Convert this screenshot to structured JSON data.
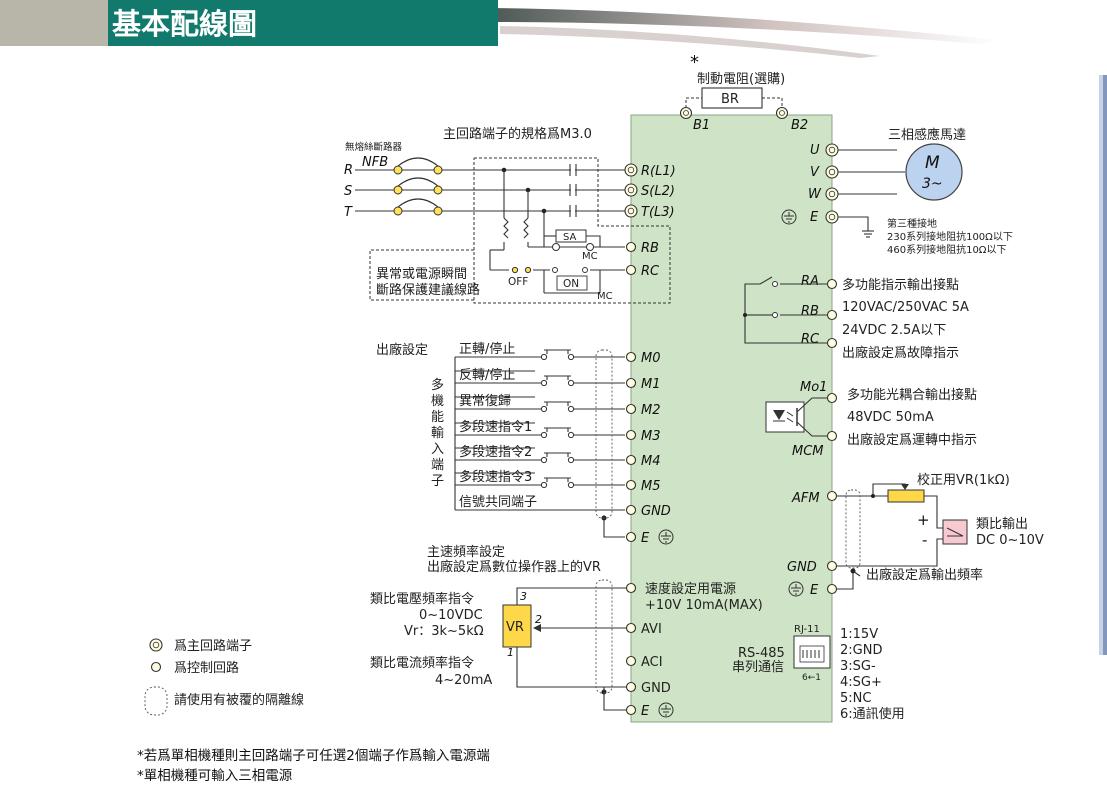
{
  "header": {
    "title": "基本配線圖"
  },
  "top": {
    "star": "*",
    "resistor_note": "制動電阻(選購)",
    "br": "BR",
    "b1": "B1",
    "b2": "B2",
    "spec_note": "主回路端子的規格爲M3.0"
  },
  "left_power": {
    "breaker": "無熔絲斷路器",
    "nfb": "NFB",
    "r": "R",
    "s": "S",
    "t": "T",
    "sa": "SA",
    "mc1": "MC",
    "mc2": "MC",
    "off": "OFF",
    "on": "ON",
    "protect_1": "異常或電源瞬間",
    "protect_2": "斷路保護建議線路"
  },
  "main_terminals": {
    "rl1": "R(L1)",
    "sl2": "S(L2)",
    "tl3": "T(L3)",
    "rb": "RB",
    "rc": "RC"
  },
  "motor": {
    "title": "三相感應馬達",
    "u": "U",
    "v": "V",
    "w": "W",
    "e": "E",
    "m": "M",
    "phase": "3~",
    "ground_1": "第三種接地",
    "ground_2": "230系列接地阻抗100Ω以下",
    "ground_3": "460系列接地阻抗10Ω以下"
  },
  "inputs": {
    "factory": "出廠設定",
    "group_label": [
      "多",
      "機",
      "能",
      "輸",
      "入",
      "端",
      "子"
    ],
    "rows": [
      {
        "label": "正轉/停止",
        "terminal": "M0"
      },
      {
        "label": "反轉/停止",
        "terminal": "M1"
      },
      {
        "label": "異常復歸",
        "terminal": "M2"
      },
      {
        "label": "多段速指令1",
        "terminal": "M3"
      },
      {
        "label": "多段速指令2",
        "terminal": "M4"
      },
      {
        "label": "多段速指令3",
        "terminal": "M5"
      }
    ],
    "common": "信號共同端子",
    "gnd": "GND",
    "e": "E"
  },
  "relay": {
    "ra": "RA",
    "rb": "RB",
    "rc": "RC",
    "line1": "多功能指示輸出接點",
    "line2": "120VAC/250VAC  5A",
    "line3": "24VDC  2.5A以下",
    "line4": "出廠設定爲故障指示"
  },
  "photo": {
    "mo1": "Mo1",
    "mcm": "MCM",
    "line1": "多功能光耦合輸出接點",
    "line2": "48VDC 50mA",
    "line3": "出廠設定爲運轉中指示"
  },
  "afm": {
    "afm": "AFM",
    "gnd": "GND",
    "e": "E",
    "calib": "校正用VR(1kΩ)",
    "meter_1": "類比輸出",
    "meter_2": "DC 0~10V",
    "plus": "+",
    "minus": "-",
    "factory": "出廠設定爲輸出頻率"
  },
  "analog": {
    "main_1": "主速頻率設定",
    "main_2": "出廠設定爲數位操作器上的VR",
    "power_1": "速度設定用電源",
    "power_2": "+10V 10mA(MAX)",
    "volt_1": "類比電壓頻率指令",
    "volt_2": "0~10VDC",
    "volt_3": "Vr：3k~5kΩ",
    "curr_1": "類比電流頻率指令",
    "curr_2": "4~20mA",
    "vr": "VR",
    "p1": "1",
    "p2": "2",
    "p3": "3",
    "avi": "AVI",
    "aci": "ACI",
    "gnd": "GND",
    "e": "E"
  },
  "rs485": {
    "title_1": "RS-485",
    "title_2": "串列通信",
    "rj": "RJ-11",
    "pins_num": "6←1",
    "pins": [
      "1:15V",
      "2:GND",
      "3:SG-",
      "4:SG+",
      "5:NC",
      "6:通訊使用"
    ]
  },
  "legend": {
    "main": "爲主回路端子",
    "control": "爲控制回路",
    "shield": "請使用有被覆的隔離線"
  },
  "notes": {
    "line1": "*若爲單相機種則主回路端子可任選2個端子作爲輸入電源端",
    "line2": "*單相機種可輸入三相電源"
  }
}
